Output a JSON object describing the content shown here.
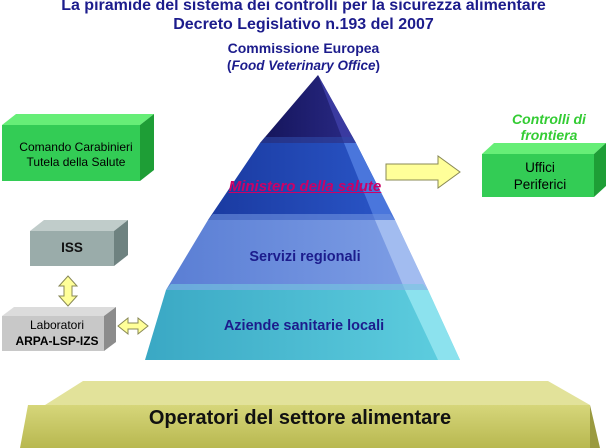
{
  "title": {
    "line1": "La piramide del sistema dei controlli per la sicurezza alimentare",
    "line2": "Decreto Legislativo n.193 del 2007",
    "line3": "Commissione Europea",
    "line4_prefix": "(",
    "line4_italic": "Food Veterinary Office",
    "line4_suffix": ")"
  },
  "pyramid": {
    "levels": [
      {
        "label": "Ministero della salute",
        "color": "#cc0066"
      },
      {
        "label": "Servizi regionali",
        "color": "#1c1c8c"
      },
      {
        "label": "Aziende sanitarie locali",
        "color": "#1c1c8c"
      }
    ],
    "base_label": "Operatori del settore alimentare"
  },
  "boxes": {
    "carabinieri": {
      "line1": "Comando Carabinieri",
      "line2": "Tutela della Salute"
    },
    "iss": {
      "label": "ISS"
    },
    "laboratori": {
      "line1": "Laboratori",
      "line2": "ARPA-LSP-IZS"
    },
    "controlli_frontiera": {
      "line1": "Controlli di",
      "line2": "frontiera"
    },
    "uffici": {
      "line1": "Uffici",
      "line2": "Periferici"
    }
  },
  "colors": {
    "title": "#1c1c8c",
    "ministero": "#cc0066",
    "frontiera": "#33cc33",
    "green_box": "#33cc55",
    "iss_box": "#9aacaa",
    "lab_box": "#c8c8c8",
    "base": "#c8c860",
    "arrow_yellow": "#ffff99"
  }
}
